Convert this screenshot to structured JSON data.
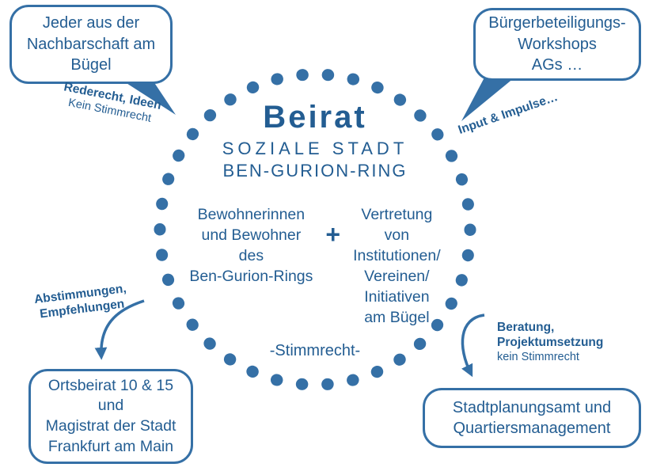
{
  "colors": {
    "primary": "#235d92",
    "accent": "#3570a6"
  },
  "circle": {
    "title": "Beirat",
    "subtitle_lines": [
      "SOZIALE STADT",
      "BEN-GURION-RING"
    ],
    "voting": "-Stimmrecht-"
  },
  "members": {
    "left": {
      "lines": [
        "Bewohnerinnen",
        "und Bewohner",
        "des",
        "Ben-Gurion-Rings"
      ]
    },
    "plus": "+",
    "right": {
      "lines": [
        "Vertretung",
        "von",
        "Institutionen/",
        "Vereinen/",
        "Initiativen",
        "am Bügel"
      ]
    }
  },
  "bubbles": {
    "top_left": {
      "lines": [
        "Jeder aus der",
        "Nachbarschaft am",
        "Bügel"
      ]
    },
    "top_right": {
      "lines": [
        "Bürgerbeteiligungs-",
        "Workshops",
        "AGs …"
      ]
    },
    "bottom_left": {
      "lines": [
        "Ortsbeirat 10 & 15",
        "und",
        "Magistrat der Stadt",
        "Frankfurt am Main"
      ]
    },
    "bottom_right": {
      "lines": [
        "Stadtplanungsamt und",
        "Quartiersmanagement"
      ]
    }
  },
  "annotations": {
    "top_left": {
      "bold": "Rederecht, Ideen",
      "regular": "Kein Stimmrecht"
    },
    "top_right": {
      "bold": "Input & Impulse…"
    },
    "bottom_left": {
      "bold_line1": "Abstimmungen,",
      "bold_line2": "Empfehlungen"
    },
    "bottom_right": {
      "bold_line1": "Beratung,",
      "bold_line2": "Projektumsetzung",
      "regular": "kein Stimmrecht"
    }
  }
}
